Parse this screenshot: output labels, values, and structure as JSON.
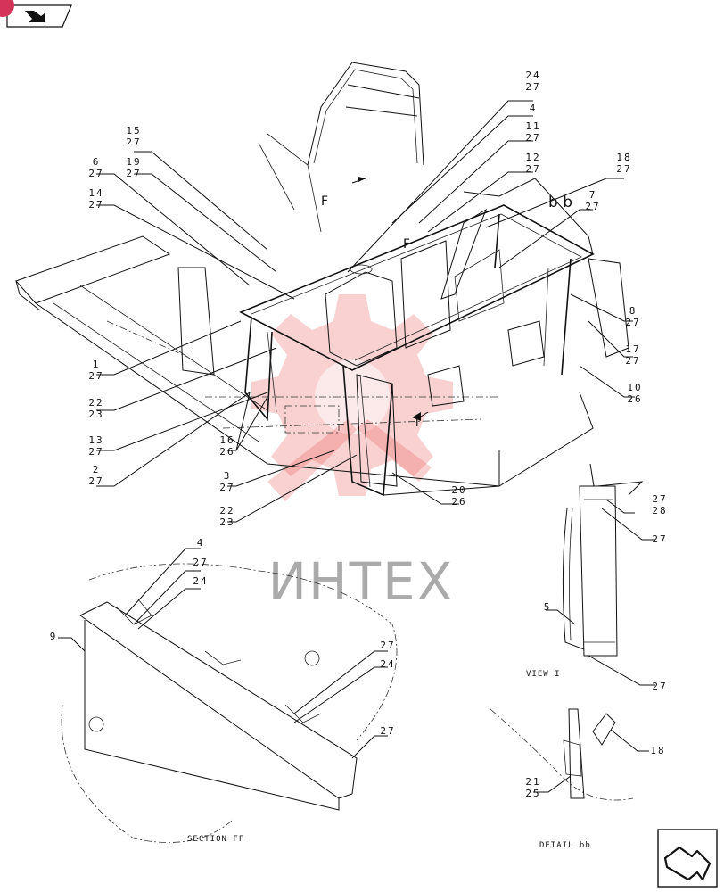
{
  "watermark": {
    "text": "ИНТЕХ",
    "color": "#e02020"
  },
  "nav": {
    "top_icon": "back-arrow-icon",
    "bottom_icon": "forward-arrow-icon",
    "badge_color": "#d6335a"
  },
  "callouts": {
    "c24_27_top": [
      "24",
      "27"
    ],
    "c4_top": [
      "4"
    ],
    "c11_27": [
      "11",
      "27"
    ],
    "c12_27": [
      "12",
      "27"
    ],
    "c18_27": [
      "18",
      "27"
    ],
    "c15_27": [
      "15",
      "27"
    ],
    "c6_27": [
      "6",
      "27"
    ],
    "c19_27": [
      "19",
      "27"
    ],
    "c14_27": [
      "14",
      "27"
    ],
    "c7_27": [
      "7",
      "27"
    ],
    "c8_27": [
      "8",
      "27"
    ],
    "c17_27": [
      "17",
      "27"
    ],
    "c10_26": [
      "10",
      "26"
    ],
    "c1_27": [
      "1",
      "27"
    ],
    "c22_23_a": [
      "22",
      "23"
    ],
    "c13_27": [
      "13",
      "27"
    ],
    "c2_27": [
      "2",
      "27"
    ],
    "c16_26": [
      "16",
      "26"
    ],
    "c3_27": [
      "3",
      "27"
    ],
    "c22_23_b": [
      "22",
      "23"
    ],
    "c20_26": [
      "20",
      "26"
    ],
    "c27_28": [
      "27",
      "28"
    ],
    "c27_v1": [
      "27"
    ],
    "c5": [
      "5"
    ],
    "c27_v2": [
      "27"
    ],
    "c4_ff": [
      "4"
    ],
    "c27_ff1": [
      "27"
    ],
    "c24_ff1": [
      "24"
    ],
    "c9": [
      "9"
    ],
    "c27_ff2": [
      "27"
    ],
    "c24_ff2": [
      "24"
    ],
    "c27_ff3": [
      "27"
    ],
    "c18_bb": [
      "18"
    ],
    "c21_25": [
      "21",
      "25"
    ]
  },
  "labels": {
    "bb": "b b",
    "f_mark": "F",
    "i_mark": "I",
    "view_i": "VIEW I",
    "section_ff": "SECTION FF",
    "detail_bb": "DETAIL bb"
  }
}
